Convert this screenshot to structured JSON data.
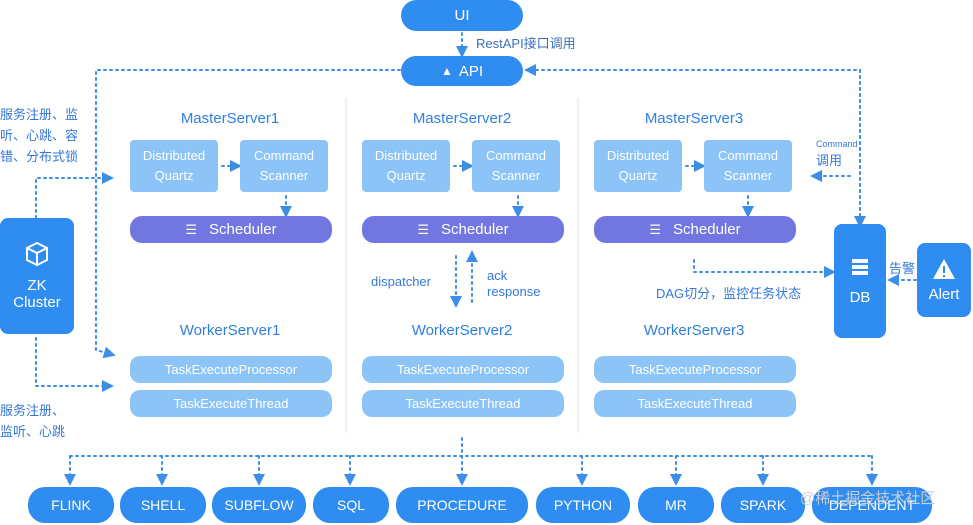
{
  "ui": {
    "label": "UI"
  },
  "api": {
    "label": "API",
    "arrow_label": "RestAPI接口调用"
  },
  "masters": [
    {
      "title": "MasterServer1",
      "quartz": "Distributed Quartz",
      "scanner": "Command Scanner",
      "scheduler": "Scheduler"
    },
    {
      "title": "MasterServer2",
      "quartz": "Distributed Quartz",
      "scanner": "Command Scanner",
      "scheduler": "Scheduler"
    },
    {
      "title": "MasterServer3",
      "quartz": "Distributed Quartz",
      "scanner": "Command Scanner",
      "scheduler": "Scheduler"
    }
  ],
  "workers": [
    {
      "title": "WorkerServer1",
      "processor": "TaskExecuteProcessor",
      "thread": "TaskExecuteThread"
    },
    {
      "title": "WorkerServer2",
      "processor": "TaskExecuteProcessor",
      "thread": "TaskExecuteThread"
    },
    {
      "title": "WorkerServer3",
      "processor": "TaskExecuteProcessor",
      "thread": "TaskExecuteThread"
    }
  ],
  "dispatch": {
    "left": "dispatcher",
    "right_1": "ack",
    "right_2": "response"
  },
  "zk": {
    "label_1": "ZK",
    "label_2": "Cluster"
  },
  "db": {
    "label": "DB",
    "command_small": "Command",
    "command_call": "调用",
    "dag_note": "DAG切分，监控任务状态"
  },
  "alert": {
    "label": "Alert",
    "note": "告警"
  },
  "notes": {
    "top_left_1": "服务注册、监",
    "top_left_2": "听、心跳、容",
    "top_left_3": "错、分布式锁",
    "bottom_left_1": "服务注册、",
    "bottom_left_2": "监听、心跳"
  },
  "task_types": [
    "FLINK",
    "SHELL",
    "SUBFLOW",
    "SQL",
    "PROCEDURE",
    "PYTHON",
    "MR",
    "SPARK",
    "DEPENDENT"
  ],
  "watermark": "@稀土掘金技术社区",
  "colors": {
    "primary": "#2f8cf0",
    "light": "#8cc4f7",
    "scheduler": "#7176e0",
    "text_blue": "#2f7fe0"
  }
}
